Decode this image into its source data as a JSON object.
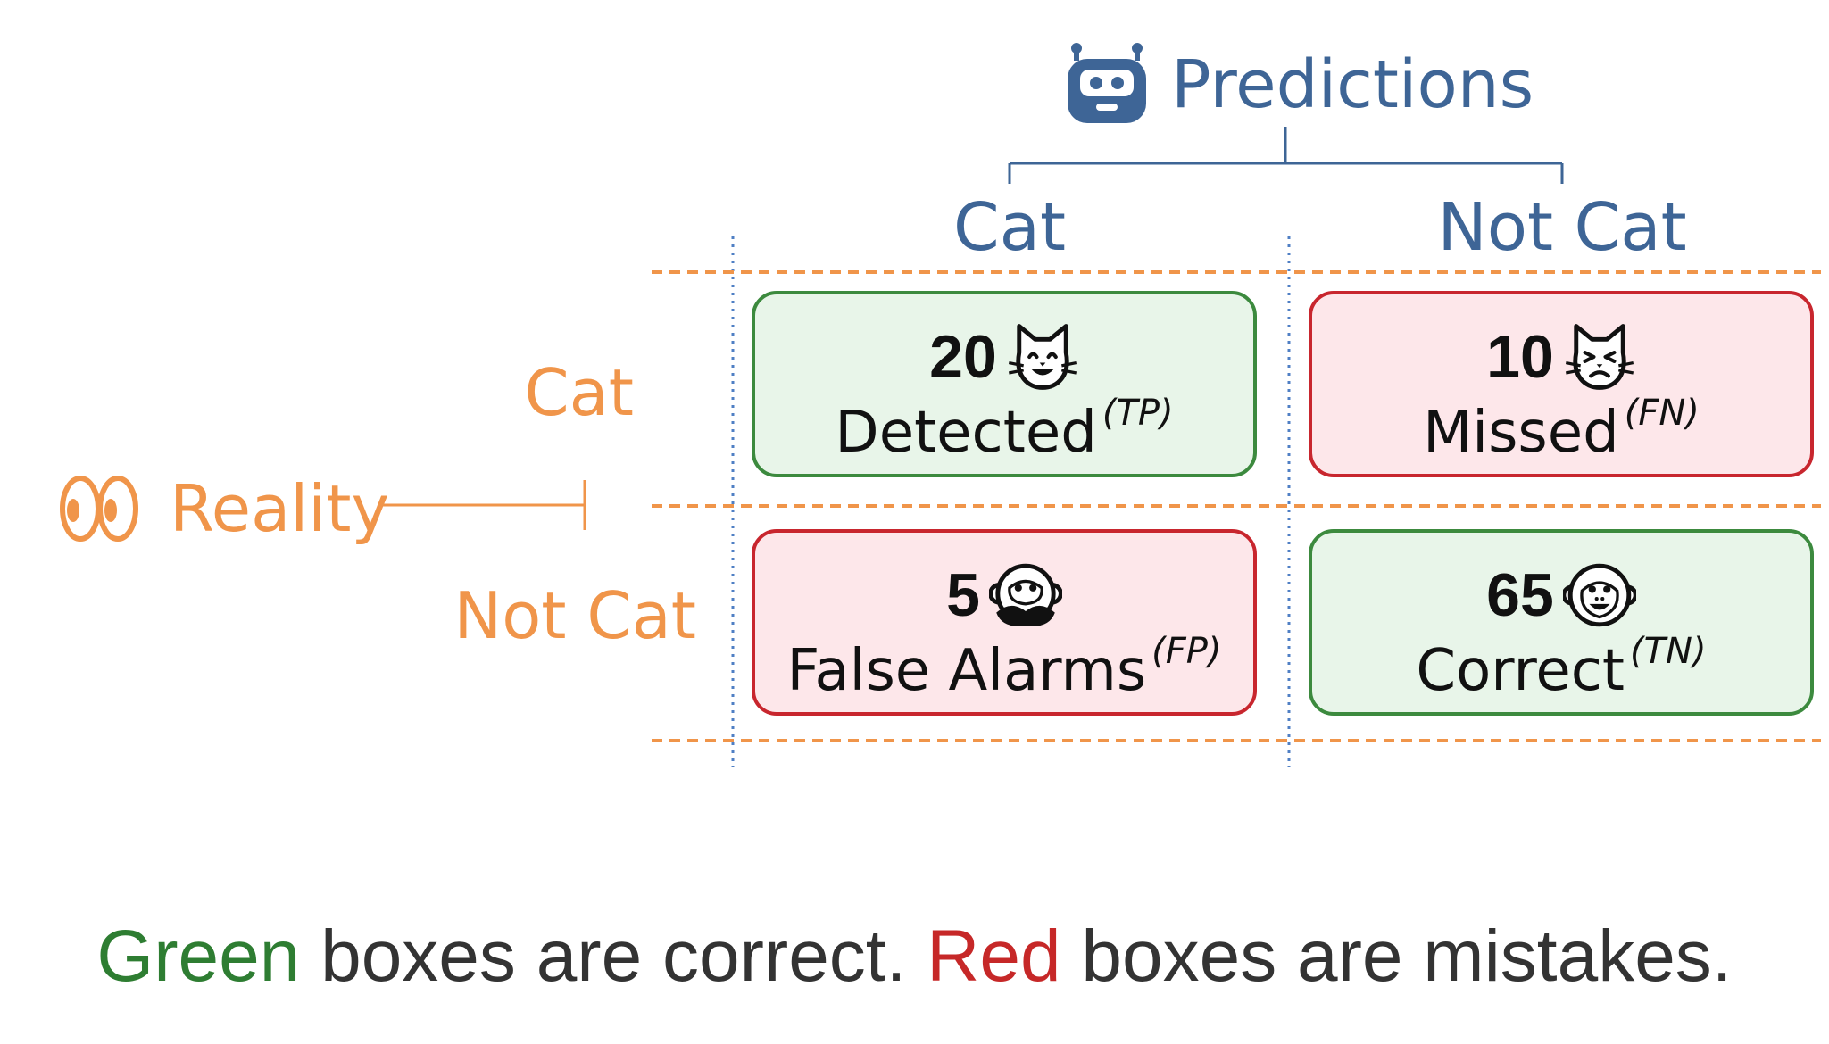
{
  "header": {
    "predictions_label": "Predictions",
    "reality_label": "Reality",
    "columns": [
      "Cat",
      "Not Cat"
    ],
    "rows": [
      "Cat",
      "Not Cat"
    ]
  },
  "cells": [
    {
      "count": "20",
      "label": "Detected",
      "abbr": "(TP)",
      "status": "correct",
      "emoji": "smiling-cat-icon"
    },
    {
      "count": "10",
      "label": "Missed",
      "abbr": "(FN)",
      "status": "mistake",
      "emoji": "weary-cat-icon"
    },
    {
      "count": "5",
      "label": "False Alarms",
      "abbr": "(FP)",
      "status": "mistake",
      "emoji": "speak-no-evil-monkey-icon"
    },
    {
      "count": "65",
      "label": "Correct",
      "abbr": "(TN)",
      "status": "correct",
      "emoji": "monkey-face-icon"
    }
  ],
  "caption": {
    "green_word": "Green",
    "part1": " boxes are correct. ",
    "red_word": "Red",
    "part2": " boxes are mistakes."
  },
  "colors": {
    "predictions": "#3e6596",
    "reality": "#f0954a",
    "correct_fill": "#e8f5e9",
    "correct_border": "#3c8a3e",
    "mistake_fill": "#fde7ea",
    "mistake_border": "#c8262e",
    "caption_green": "#2e7d32",
    "caption_red": "#c62828"
  }
}
